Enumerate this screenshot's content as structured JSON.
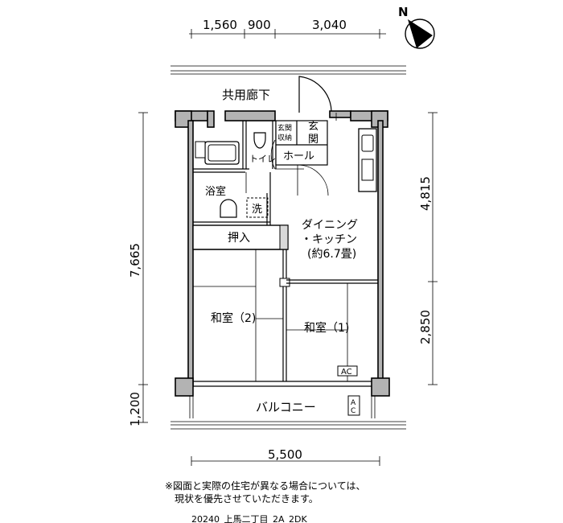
{
  "compass": {
    "label": "N"
  },
  "dimensions": {
    "top": [
      "1,560",
      "900",
      "3,040"
    ],
    "bottom": "5,500",
    "left_main": "7,665",
    "left_balcony": "1,200",
    "right_upper": "4,815",
    "right_lower": "2,850"
  },
  "rooms": {
    "corridor": "共用廊下",
    "genkan_storage": [
      "玄関",
      "収納"
    ],
    "genkan": [
      "玄",
      "関"
    ],
    "toilet": "トイレ",
    "hall": "ホール",
    "bath": "浴室",
    "washer": "洗",
    "dining": [
      "ダイニング",
      "・キッチン",
      "(約6.7畳)"
    ],
    "closet": "押入",
    "washitsu2": "和室（2)",
    "washitsu1": "和室（1)",
    "ac": "AC",
    "balcony": "バルコニー",
    "ac_balcony": [
      "A",
      "C"
    ]
  },
  "notes": [
    "※図面と実際の住宅が異なる場合については、",
    "現状を優先させていただきます。"
  ],
  "code": "20240_上馬二丁目_2A_2DK"
}
